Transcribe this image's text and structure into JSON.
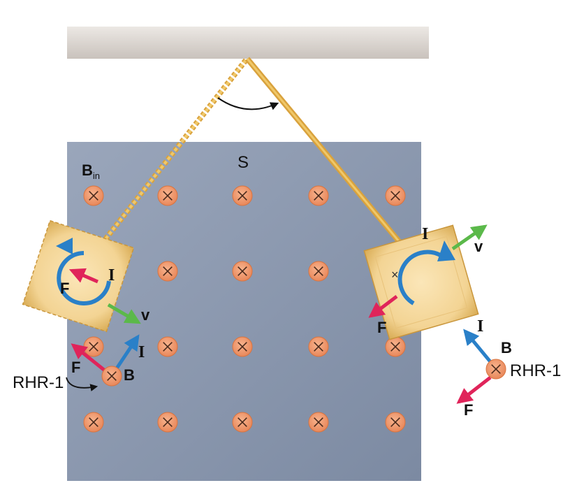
{
  "labels": {
    "field_b": "B",
    "field_sub": "in",
    "region": "S",
    "current": "I",
    "velocity": "v",
    "force": "F",
    "field": "B",
    "rule": "RHR-1"
  },
  "colors": {
    "ceiling": "#d8d2cc",
    "region_fill": "#8e9cb2",
    "dot": "#f09a6c",
    "rod": "#e6b44a",
    "plate": "#f3d494",
    "current_arrow": "#2a80c8",
    "velocity_arrow": "#5bb94a",
    "force_arrow": "#e0245a"
  },
  "icons": {
    "field_marker": "circled-x-into-page",
    "swing_arc": "curved-arrow"
  }
}
